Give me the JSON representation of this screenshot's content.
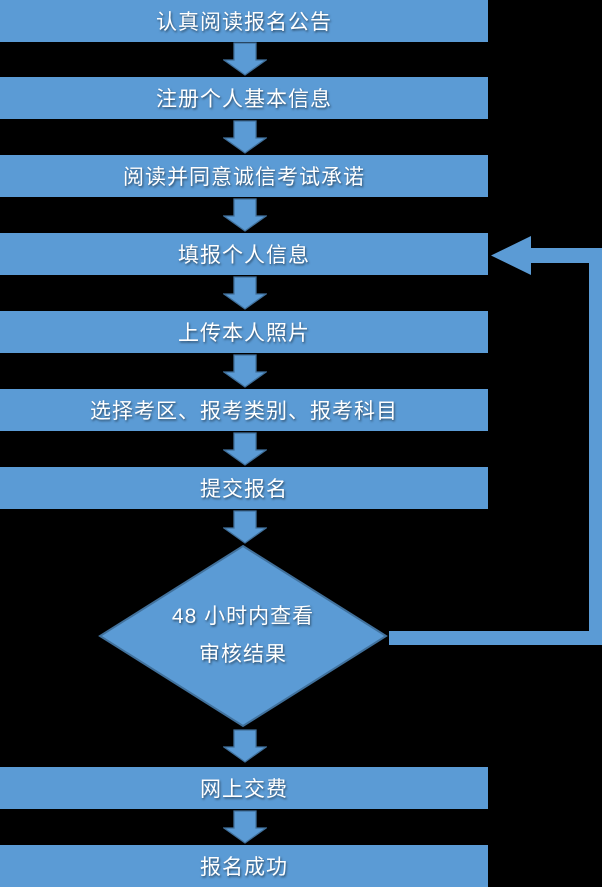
{
  "flowchart": {
    "steps": [
      "认真阅读报名公告",
      "注册个人基本信息",
      "阅读并同意诚信考试承诺",
      "填报个人信息",
      "上传本人照片",
      "选择考区、报考类别、报考科目",
      "提交报名"
    ],
    "decision": {
      "line1": "48 小时内查看",
      "line2": "审核结果"
    },
    "final_steps": [
      "网上交费",
      "报名成功"
    ],
    "colors": {
      "node_fill": "#5B9BD5",
      "node_border": "#41719C",
      "text": "#FFFFFF",
      "background": "#000000"
    }
  }
}
